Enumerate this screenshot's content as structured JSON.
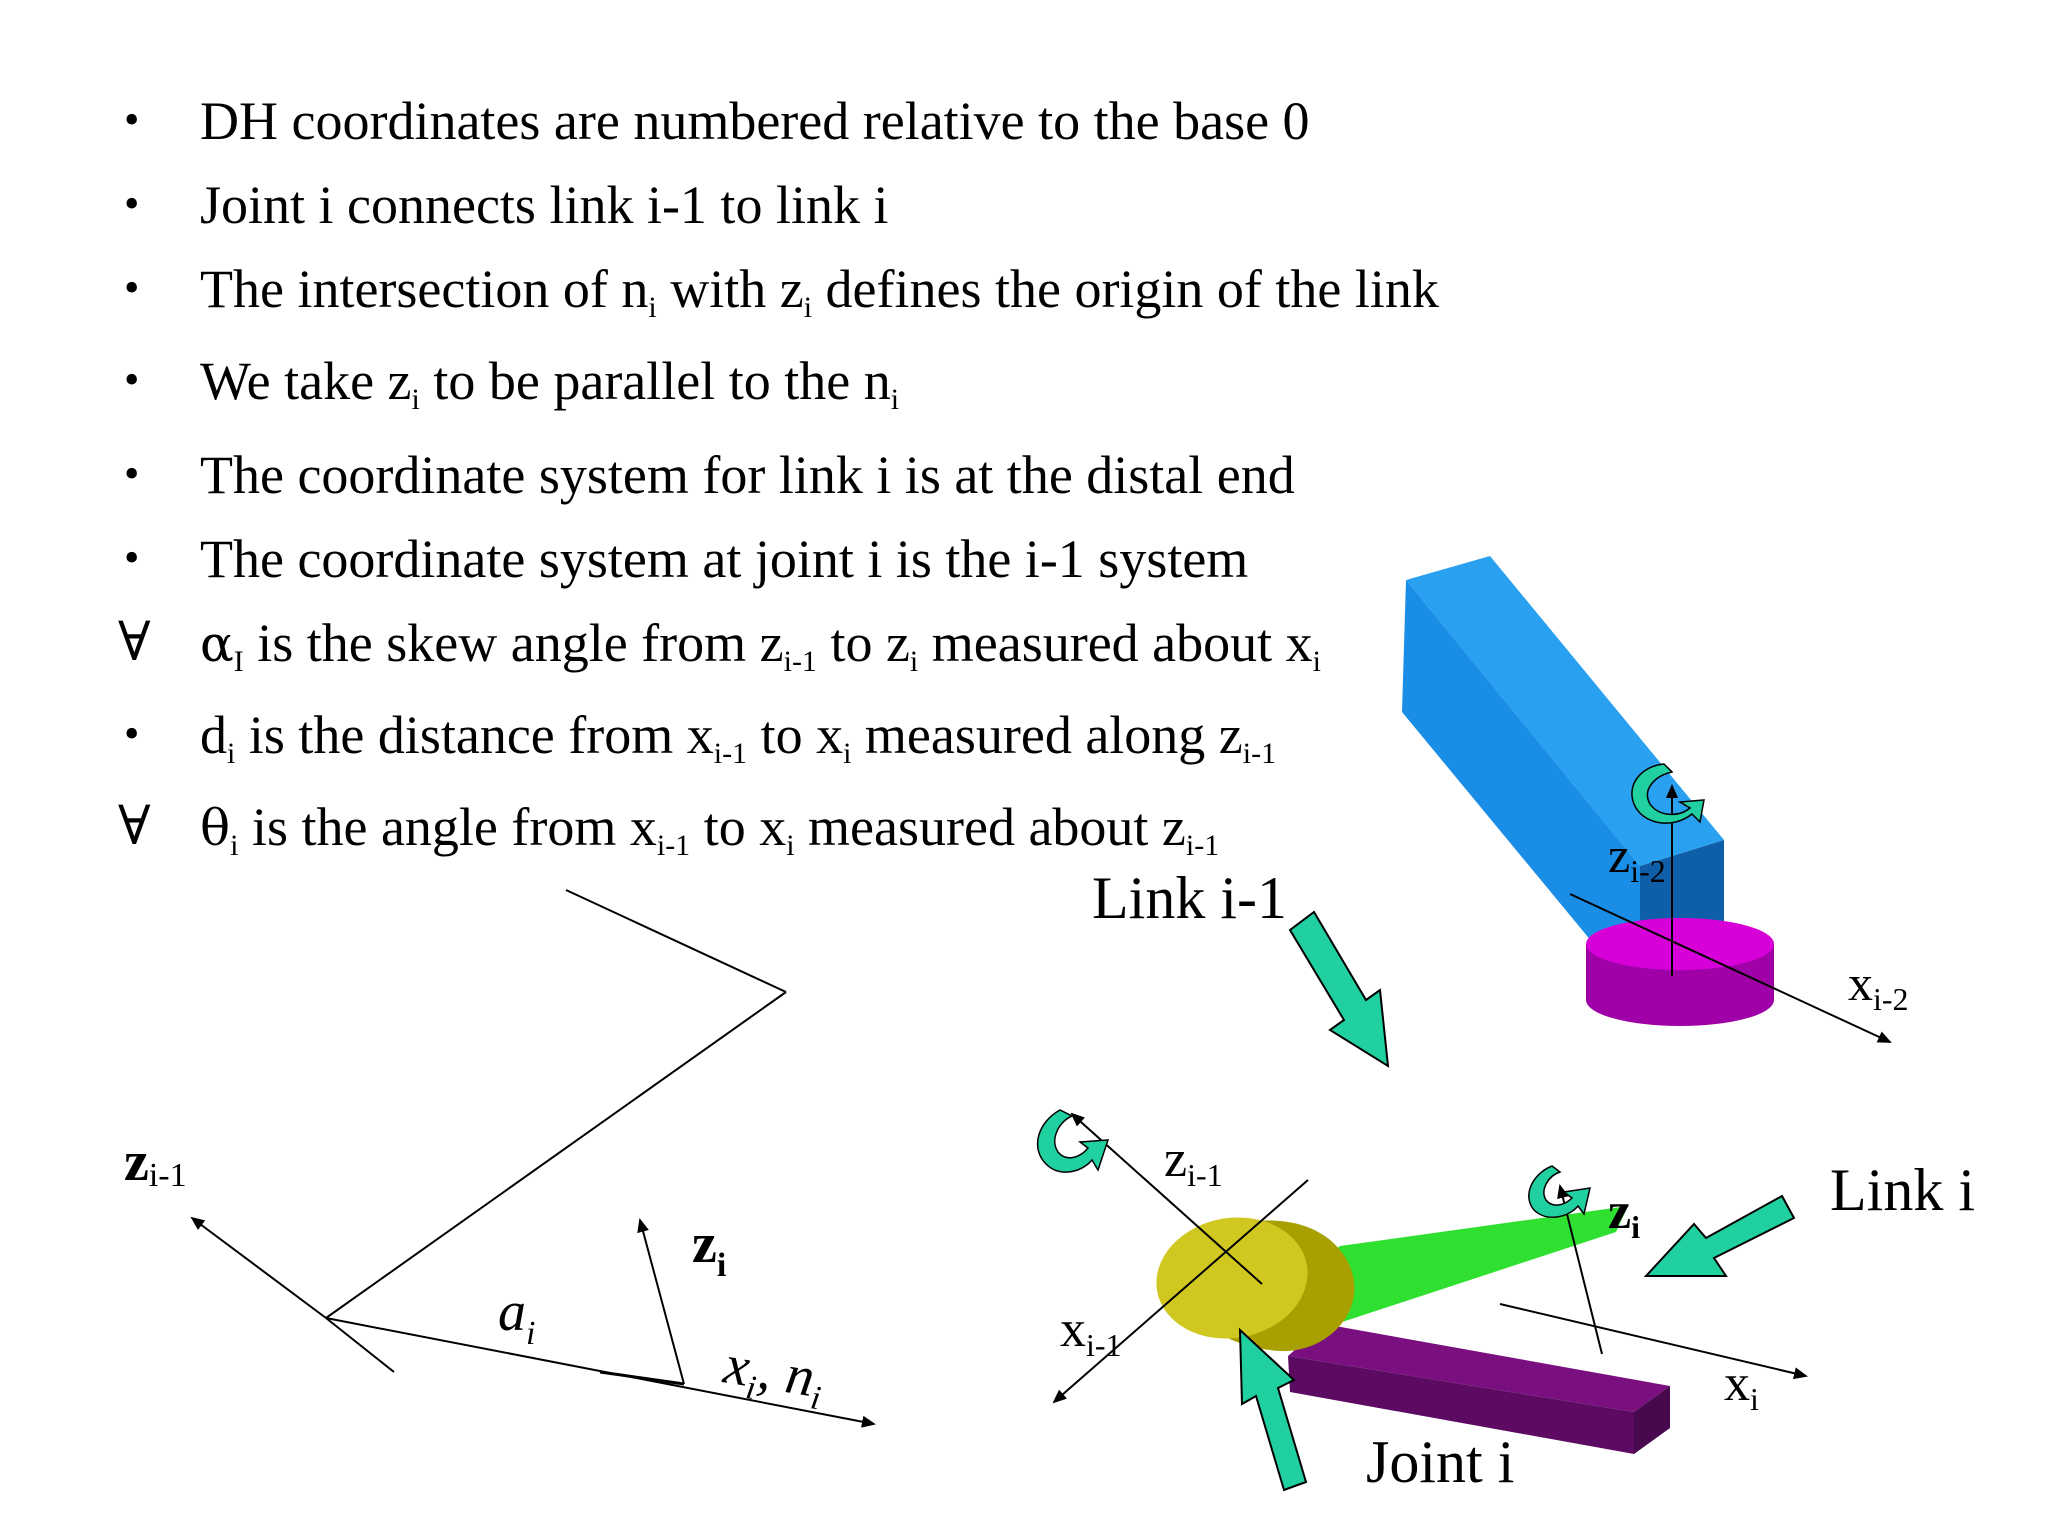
{
  "bullets": [
    {
      "marker": "•",
      "parts": [
        {
          "t": "DH coordinates are numbered relative to the base 0"
        }
      ]
    },
    {
      "marker": "•",
      "parts": [
        {
          "t": "Joint i connects link i-1 to link i"
        }
      ]
    },
    {
      "marker": "•",
      "parts": [
        {
          "t": "The intersection of n"
        },
        {
          "sub": "i"
        },
        {
          "t": " with z"
        },
        {
          "sub": "i"
        },
        {
          "t": " defines the origin of the link"
        }
      ]
    },
    {
      "marker": "•",
      "parts": [
        {
          "t": "We take z"
        },
        {
          "sub": "i"
        },
        {
          "t": " to be parallel to the n"
        },
        {
          "sub": "i"
        }
      ]
    },
    {
      "marker": "•",
      "parts": [
        {
          "t": "The coordinate system for link i is at the distal end"
        }
      ]
    },
    {
      "marker": "•",
      "parts": [
        {
          "t": "The coordinate system at joint i is the i-1 system"
        }
      ]
    },
    {
      "marker": "∀",
      "parts": [
        {
          "sym": "α"
        },
        {
          "sub": "I"
        },
        {
          "t": " is the skew angle from z"
        },
        {
          "sub": "i-1"
        },
        {
          "t": " to z"
        },
        {
          "sub": "i"
        },
        {
          "t": " measured about x"
        },
        {
          "sub": "i"
        }
      ]
    },
    {
      "marker": "•",
      "parts": [
        {
          "t": "d"
        },
        {
          "sub": "i"
        },
        {
          "t": " is the distance from x"
        },
        {
          "sub": "i-1"
        },
        {
          "t": " to x"
        },
        {
          "sub": "i"
        },
        {
          "t": " measured along z"
        },
        {
          "sub": "i-1"
        }
      ]
    },
    {
      "marker": "∀",
      "parts": [
        {
          "sym": "θ"
        },
        {
          "sub": "i"
        },
        {
          "t": " is the angle from x"
        },
        {
          "sub": "i-1"
        },
        {
          "t": " to x"
        },
        {
          "sub": "i"
        },
        {
          "t": " measured about z"
        },
        {
          "sub": "i-1"
        }
      ]
    }
  ],
  "left_diagram": {
    "z_prev": {
      "base": "z",
      "sub": "i-1"
    },
    "z_i": {
      "base": "z",
      "sub": "i"
    },
    "a_i": {
      "base": "a",
      "sub": "i"
    },
    "x_i_n_i": {
      "x": "x",
      "x_sub": "i",
      "sep": ", ",
      "n": "n",
      "n_sub": "i"
    }
  },
  "right_diagram": {
    "link_prev_label": "Link i-1",
    "link_i_label": "Link i",
    "joint_label": "Joint i",
    "z_prev2": {
      "base": "z",
      "sub": "i-2"
    },
    "x_prev2": {
      "base": "x",
      "sub": "i-2"
    },
    "z_prev": {
      "base": "z",
      "sub": "i-1"
    },
    "x_prev": {
      "base": "x",
      "sub": "i-1"
    },
    "z_i": {
      "base": "z",
      "sub": "i"
    },
    "x_i": {
      "base": "x",
      "sub": "i"
    }
  },
  "colors": {
    "text": "#000000",
    "blue_link": "#1e90e8",
    "blue_link_dark": "#1570b8",
    "magenta_cylinder": "#c000c0",
    "yellow_joint": "#c8c000",
    "green_link": "#20e020",
    "purple_joint": "#6a0a70",
    "teal_arrow": "#20d0a0"
  }
}
